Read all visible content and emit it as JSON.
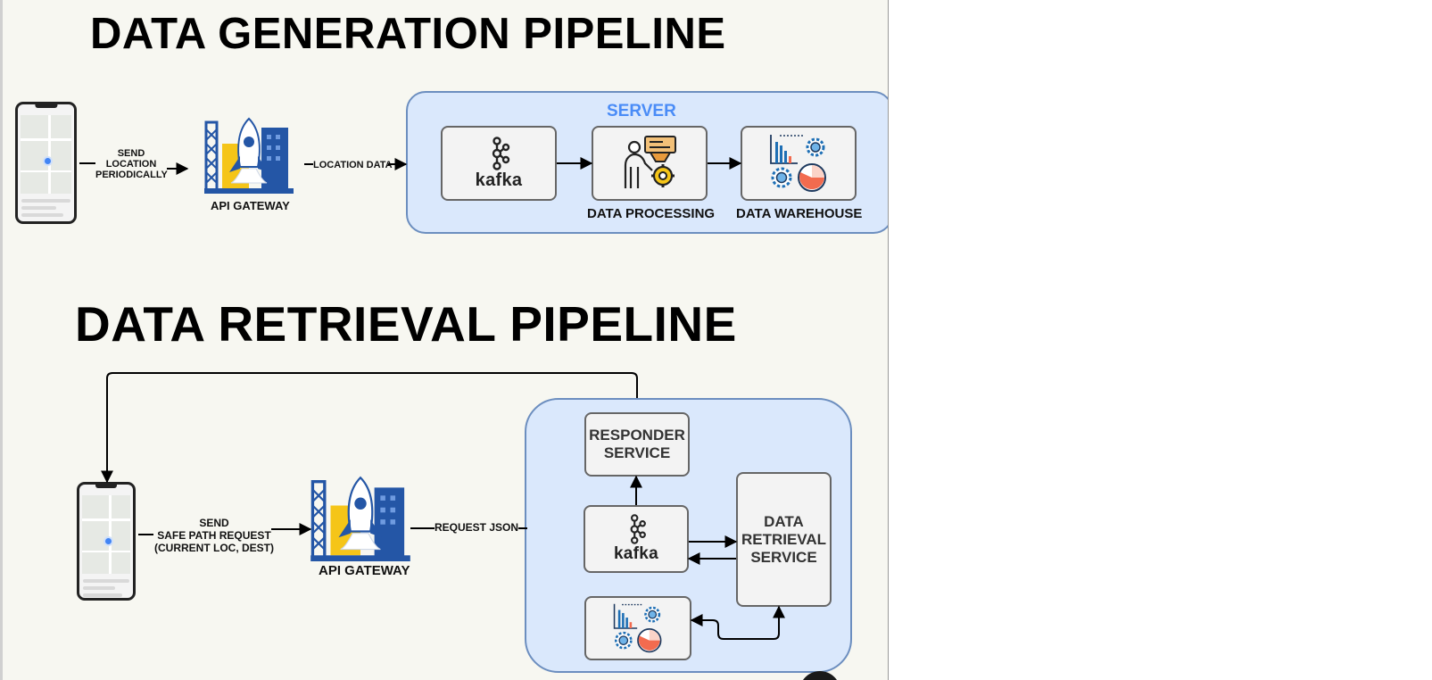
{
  "generation": {
    "title": "DATA GENERATION PIPELINE",
    "server_label": "SERVER",
    "send_label": [
      "SEND",
      "LOCATION",
      "PERIODICALLY"
    ],
    "gateway_caption": "API GATEWAY",
    "edge_label": "LOCATION DATA",
    "kafka_label": "kafka",
    "processing_caption": "DATA PROCESSING",
    "warehouse_caption": "DATA WAREHOUSE"
  },
  "retrieval": {
    "title": "DATA RETRIEVAL PIPELINE",
    "send_label": [
      "SEND",
      "SAFE PATH REQUEST",
      "(CURRENT LOC, DEST)"
    ],
    "gateway_caption": "API GATEWAY",
    "edge_label": "REQUEST JSON",
    "responder_label": [
      "RESPONDER",
      "SERVICE"
    ],
    "kafka_label": "kafka",
    "retrieval_label": [
      "DATA",
      "RETRIEVAL",
      "SERVICE"
    ]
  },
  "colors": {
    "server_fill": "#dae8fc",
    "server_border": "#6c8ebf",
    "server_label": "#4a8cf7",
    "rocket_blue": "#2456a6",
    "rocket_yellow": "#f5c518",
    "chart_blue": "#1e6fb5",
    "pie_orange": "#f26b4f"
  },
  "icons": [
    "smartphone-map-icon",
    "rocket-gateway-icon",
    "kafka-icon",
    "data-processing-icon",
    "data-warehouse-icon"
  ]
}
